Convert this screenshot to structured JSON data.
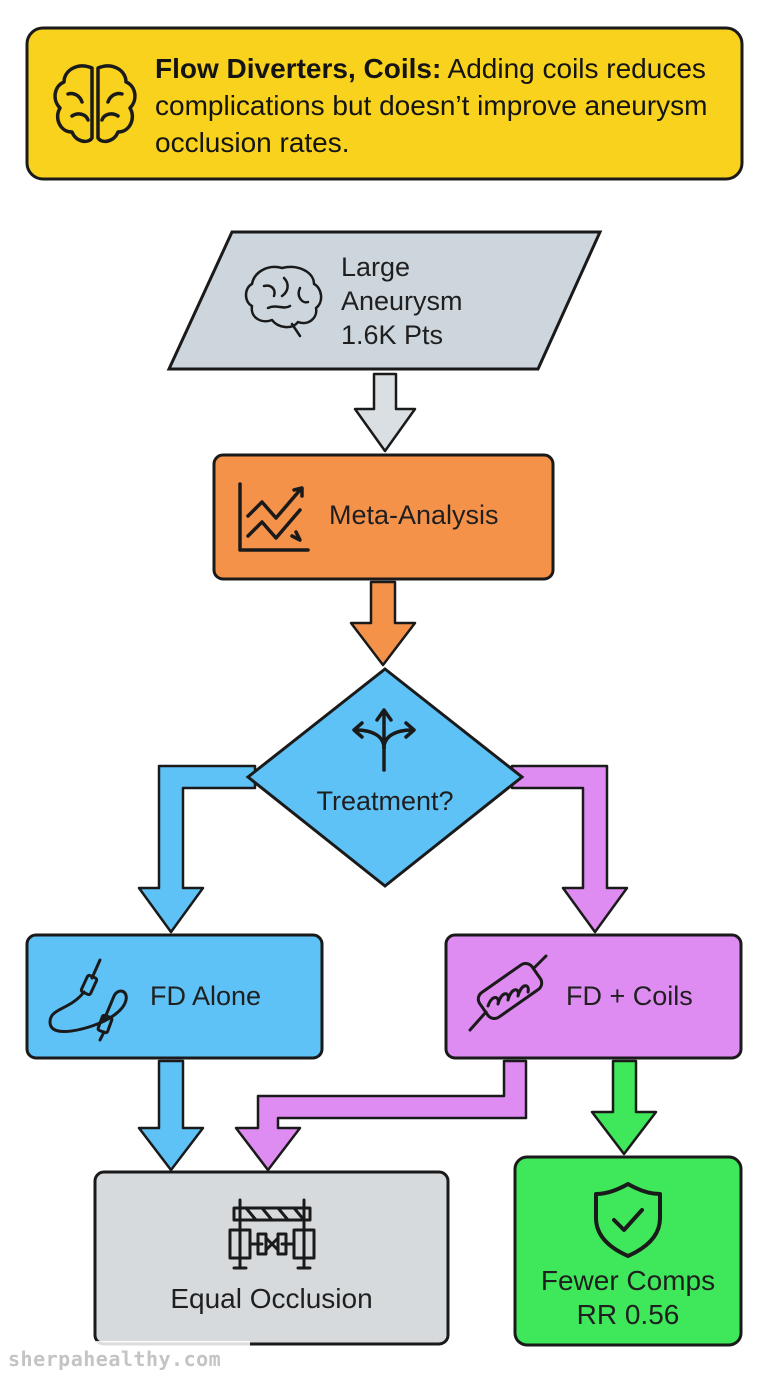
{
  "header": {
    "title": "Flow Diverters, Coils:",
    "summary": "Adding coils reduces complications but doesn’t improve aneurysm occlusion rates.",
    "icon": "brain-icon",
    "background": "#f8d21c"
  },
  "nodes": {
    "population": {
      "lines": [
        "Large",
        "Aneurysm",
        "1.6K Pts"
      ],
      "icon": "brain-icon",
      "color": "#cdd6dd"
    },
    "analysis": {
      "label": "Meta-Analysis",
      "icon": "trend-chart-icon",
      "color": "#f5924a"
    },
    "decision": {
      "label": "Treatment?",
      "icon": "split-arrows-icon",
      "color": "#5ec2f7"
    },
    "fd_alone": {
      "label": "FD Alone",
      "icon": "catheter-cable-icon",
      "color": "#5ec2f7"
    },
    "fd_coils": {
      "label": "FD + Coils",
      "icon": "coil-device-icon",
      "color": "#df8cf2"
    },
    "occlusion": {
      "label": "Equal Occlusion",
      "icon": "balance-barrier-icon",
      "color": "#d6dadd"
    },
    "complications": {
      "lines": [
        "Fewer Comps",
        "RR 0.56"
      ],
      "icon": "shield-check-icon",
      "color": "#3fe85a"
    }
  },
  "watermark": "sherpahealthy.com"
}
